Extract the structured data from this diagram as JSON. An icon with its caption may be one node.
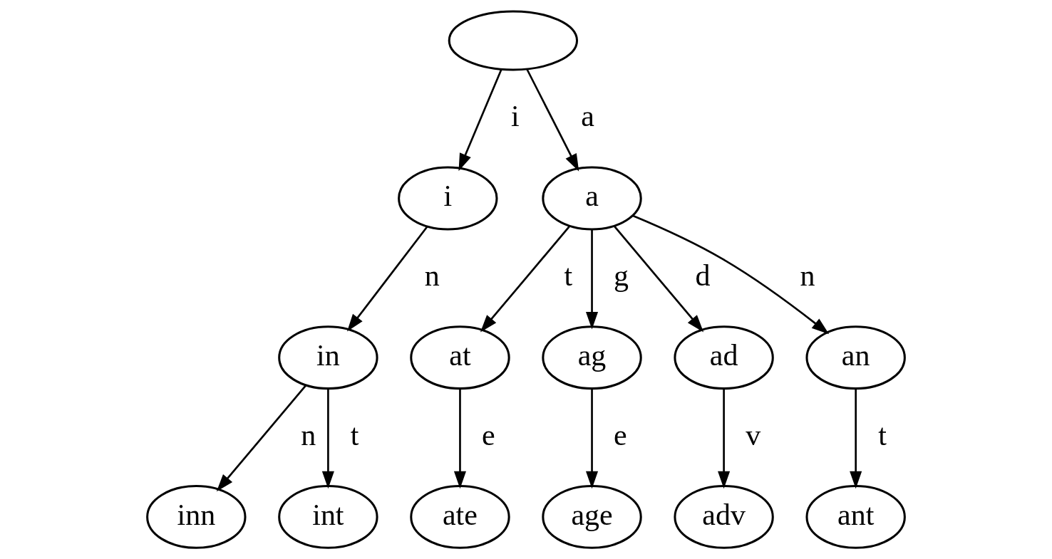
{
  "diagram": {
    "nodes": [
      {
        "text": [],
        "shape": "ellipse"
      },
      {
        "text": [
          "i"
        ]
      },
      {
        "text": [
          "a"
        ]
      },
      {
        "text": [
          "in"
        ]
      },
      {
        "text": [
          "at"
        ]
      },
      {
        "text": [
          "ag"
        ]
      },
      {
        "text": [
          "ad"
        ]
      },
      {
        "text": [
          "an"
        ]
      },
      {
        "text": [
          "inn"
        ]
      },
      {
        "text": [
          "int"
        ]
      },
      {
        "text": [
          "ate"
        ]
      },
      {
        "text": [
          "age"
        ]
      },
      {
        "text": [
          "adv"
        ]
      },
      {
        "text": [
          "ant"
        ]
      }
    ],
    "edges": [
      {
        "from": 0,
        "to": 1,
        "arrow": "to",
        "label": "i"
      },
      {
        "from": 0,
        "to": 2,
        "arrow": "to",
        "label": "a"
      },
      {
        "from": 1,
        "to": 3,
        "arrow": "to",
        "label": "n"
      },
      {
        "from": 2,
        "to": 4,
        "arrow": "to",
        "label": "t"
      },
      {
        "from": 2,
        "to": 5,
        "arrow": "to",
        "label": "g"
      },
      {
        "from": 2,
        "to": 6,
        "arrow": "to",
        "label": "d"
      },
      {
        "from": 2,
        "to": 7,
        "arrow": "to",
        "label": "n"
      },
      {
        "from": 3,
        "to": 8,
        "arrow": "to",
        "label": "n"
      },
      {
        "from": 3,
        "to": 9,
        "arrow": "to",
        "label": "t"
      },
      {
        "from": 4,
        "to": 10,
        "arrow": "to",
        "label": "e"
      },
      {
        "from": 5,
        "to": 11,
        "arrow": "to",
        "label": "e"
      },
      {
        "from": 6,
        "to": 12,
        "arrow": "to",
        "label": "v"
      },
      {
        "from": 7,
        "to": 13,
        "arrow": "to",
        "label": "t"
      }
    ]
  }
}
